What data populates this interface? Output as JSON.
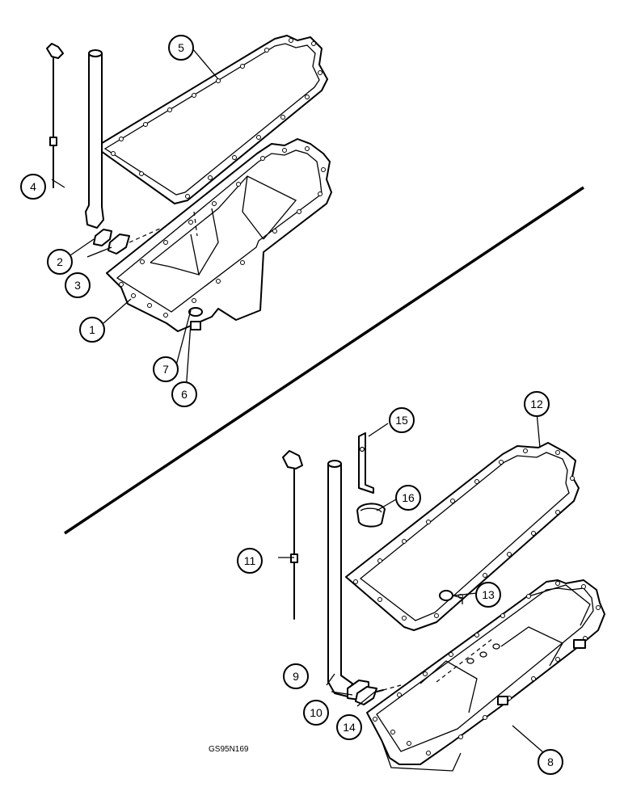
{
  "callouts": {
    "c1": "1",
    "c2": "2",
    "c3": "3",
    "c4": "4",
    "c5": "5",
    "c6": "6",
    "c7": "7",
    "c8": "8",
    "c9": "9",
    "c10": "10",
    "c11": "11",
    "c12": "12",
    "c13": "13",
    "c14": "14",
    "c15": "15",
    "c16": "16"
  },
  "figure_code": "GS95N169"
}
